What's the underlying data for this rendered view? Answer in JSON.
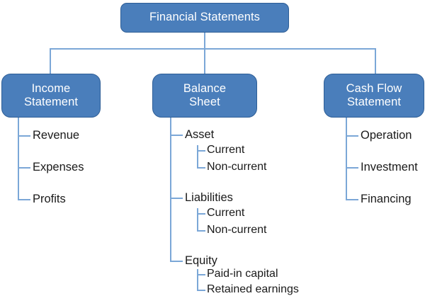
{
  "diagram": {
    "title": "Financial Statements",
    "root": {
      "label": "Financial Statements"
    },
    "branches": [
      {
        "label": "Income\nStatement",
        "children": [
          {
            "label": "Revenue",
            "children": []
          },
          {
            "label": "Expenses",
            "children": []
          },
          {
            "label": "Profits",
            "children": []
          }
        ]
      },
      {
        "label": "Balance\nSheet",
        "children": [
          {
            "label": "Asset",
            "children": [
              {
                "label": "Current"
              },
              {
                "label": "Non-current"
              }
            ]
          },
          {
            "label": "Liabilities",
            "children": [
              {
                "label": "Current"
              },
              {
                "label": "Non-current"
              }
            ]
          },
          {
            "label": "Equity",
            "children": [
              {
                "label": "Paid-in capital"
              },
              {
                "label": "Retained earnings"
              }
            ]
          }
        ]
      },
      {
        "label": "Cash Flow\nStatement",
        "children": [
          {
            "label": "Operation",
            "children": []
          },
          {
            "label": "Investment",
            "children": []
          },
          {
            "label": "Financing",
            "children": []
          }
        ]
      }
    ]
  },
  "colors": {
    "node_fill": "#4a7ebb",
    "node_border": "#2e5e96",
    "node_text": "#ffffff",
    "connector": "#7ba7d7",
    "leaf_text": "#1a1a1a",
    "background": "#ffffff"
  }
}
